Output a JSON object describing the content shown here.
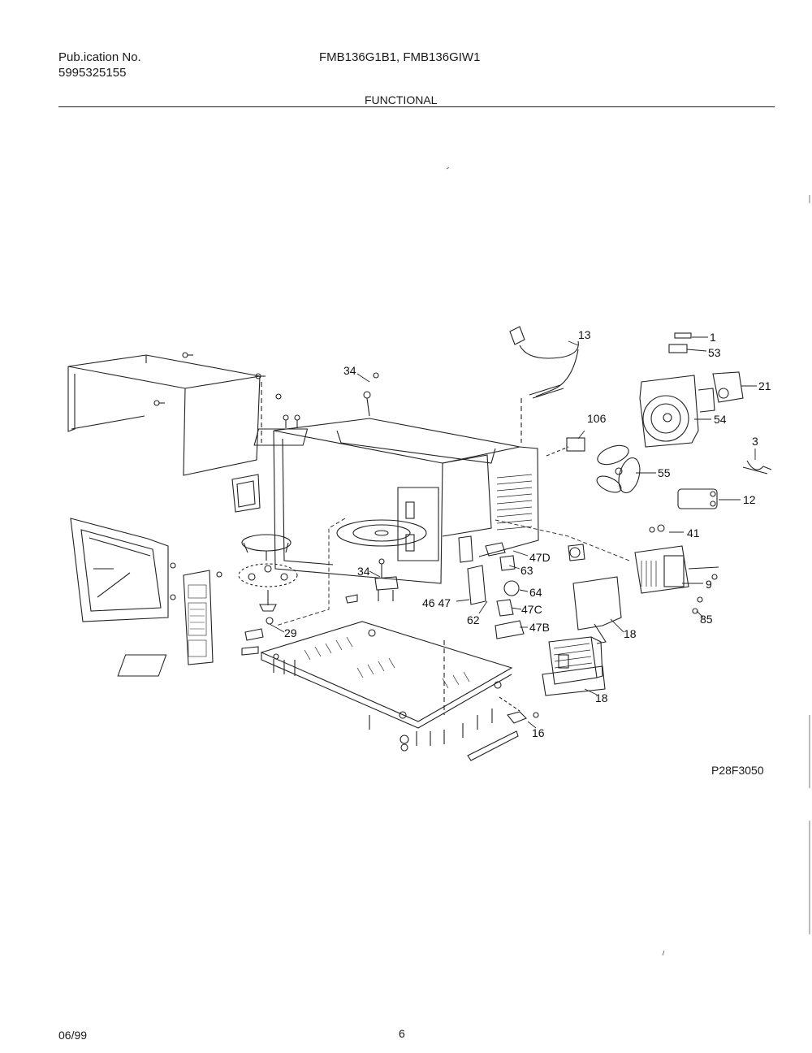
{
  "header": {
    "publication_label": "Pub.ication No.",
    "publication_number": "5995325155",
    "model_numbers": "FMB136G1B1, FMB136GIW1",
    "section": "FUNCTIONAL"
  },
  "diagram": {
    "drawing_id": "P28F3050",
    "callouts": [
      "1",
      "53",
      "13",
      "21",
      "54",
      "34",
      "106",
      "3",
      "55",
      "12",
      "41",
      "47D",
      "63",
      "34",
      "64",
      "9",
      "46 47",
      "47C",
      "62",
      "85",
      "47B",
      "18",
      "29",
      "18",
      "16"
    ]
  },
  "footer": {
    "date": "06/99",
    "page_number": "6"
  }
}
